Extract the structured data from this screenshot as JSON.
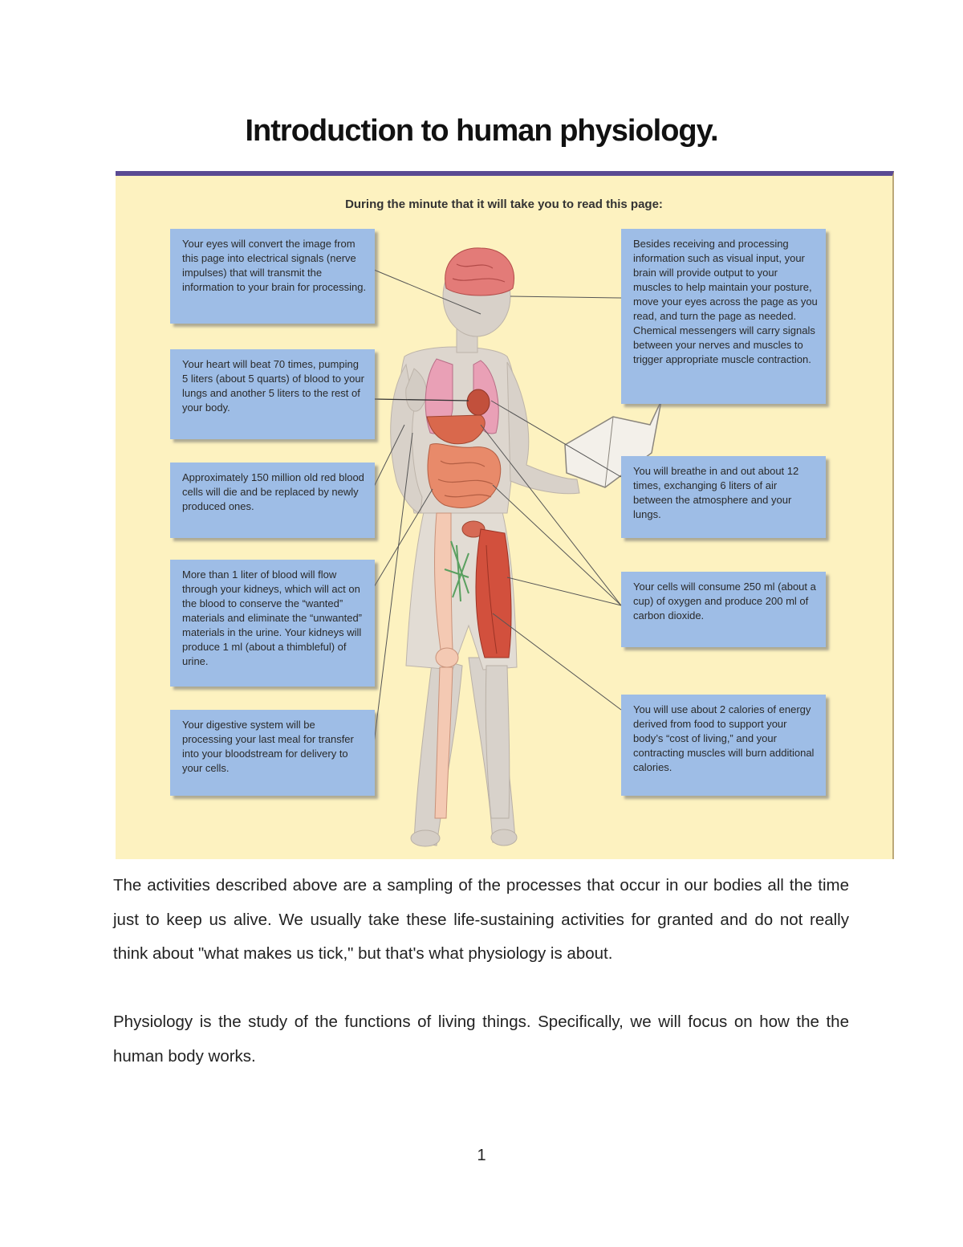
{
  "document": {
    "title": "Introduction to human physiology."
  },
  "figure": {
    "heading": "During the minute that it will take you to read this page:",
    "callouts": [
      "Your eyes will convert the image from this page into electrical signals (nerve impulses) that will transmit the information to your brain for processing.",
      "Your heart will beat 70 times, pumping 5 liters (about 5 quarts) of blood to your lungs and another 5 liters to the rest of your body.",
      "Approximately 150 million old red blood cells will die and be replaced by newly produced ones.",
      "More than 1 liter of blood will flow through your kidneys, which will act on the blood to conserve the “wanted” materials and eliminate the “unwanted” materials in the urine. Your kidneys will produce 1 ml (about a thimbleful) of urine.",
      "Your digestive system will be processing your last meal for transfer into your bloodstream for delivery to your cells.",
      "Besides receiving and processing information such as visual input, your brain will provide output to your muscles to help maintain your posture, move your eyes across the page as you read, and turn the page as needed. Chemical messengers will carry signals between your nerves and muscles to trigger appropriate muscle contraction.",
      "You will breathe in and out about 12 times, exchanging 6 liters of air between the atmosphere and your lungs.",
      "Your cells will consume 250 ml (about a cup) of oxygen and produce 200 ml of carbon dioxide.",
      "You will use about 2 calories of energy derived from food to support your body’s “cost of living,” and your contracting muscles will burn additional calories."
    ]
  },
  "body_text": {
    "paragraph_1": "The activities described above are a sampling of the processes that occur in our bodies all the time just to keep us alive. We usually take these life-sustaining activities for granted and do not really think about \"what makes us tick,\" but that's what physiology is about.",
    "paragraph_2": "Physiology is the study of the functions of living things. Specifically, we will focus on how the the human body works."
  },
  "footer": {
    "page_number": "1"
  },
  "colors": {
    "figure_background": "#fdf2c0",
    "callout_background": "#9ebde6",
    "figure_top_rule": "#5a4a93"
  }
}
